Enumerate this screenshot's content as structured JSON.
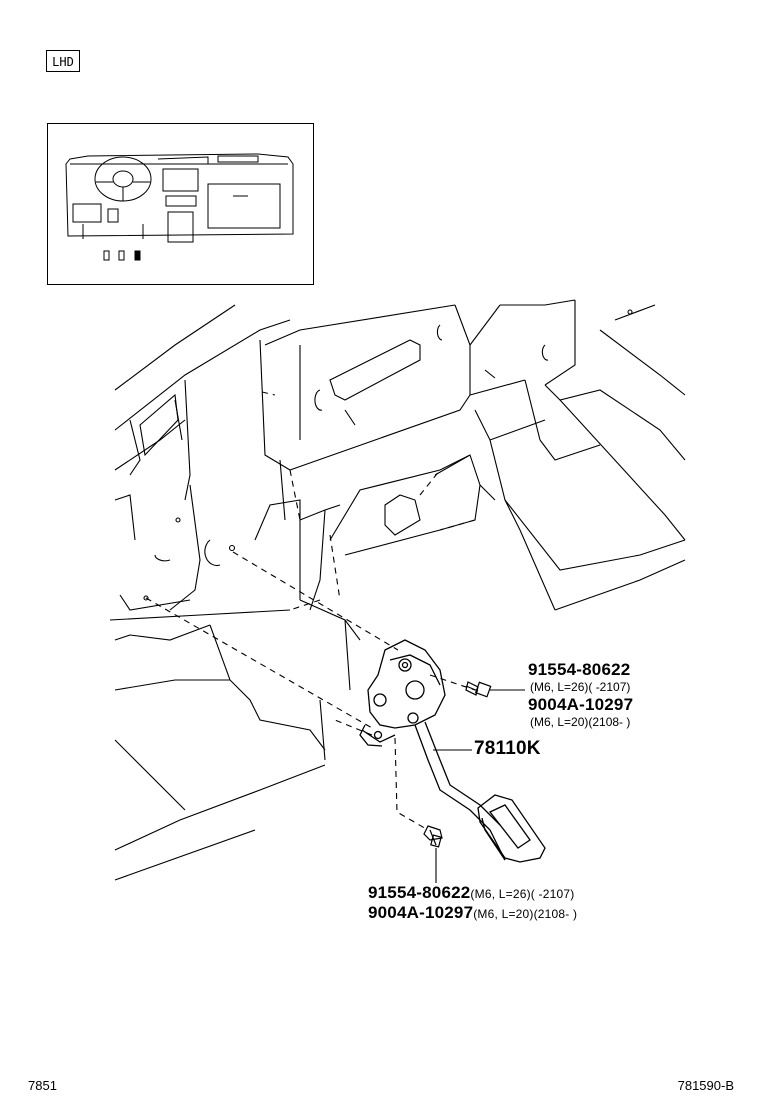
{
  "badge": {
    "label": "LHD"
  },
  "callouts": {
    "assembly": "78110K",
    "upper_bolt_1": {
      "part": "91554-80622",
      "spec": "(M6, L=26)(      -2107)"
    },
    "upper_bolt_2": {
      "part": "9004A-10297",
      "spec": "(M6, L=20)(2108-      )"
    },
    "lower_bolt_1": {
      "part": "91554-80622",
      "spec": "(M6, L=26)(      -2107)"
    },
    "lower_bolt_2": {
      "part": "9004A-10297",
      "spec": "(M6, L=20)(2108-      )"
    }
  },
  "footer": {
    "left_code": "7851",
    "right_code": "781590-B"
  }
}
